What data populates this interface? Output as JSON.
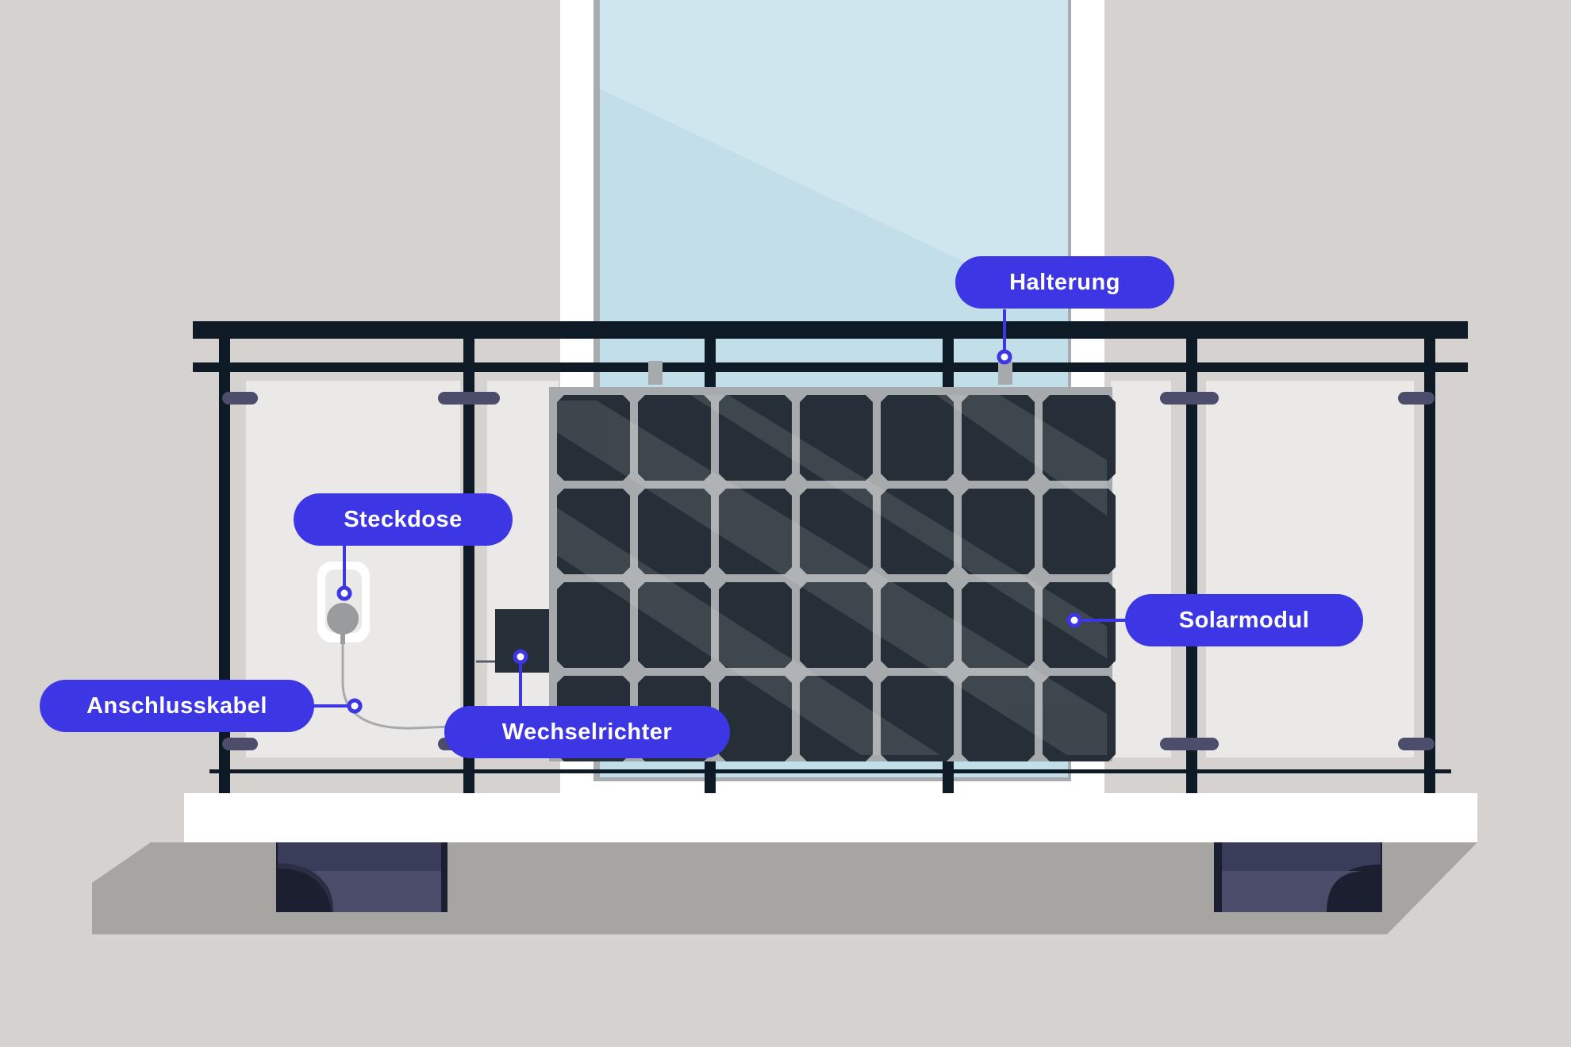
{
  "colors": {
    "wall": "#d5d2cf",
    "window_frame": "#ffffff",
    "glass": "#cde5ee",
    "railing": "#0e1a26",
    "panel_cell": "#262f38",
    "panel_frame": "#a6aaad",
    "slab": "#ffffff",
    "shadow": "#a7a5a1",
    "bracket": "#4b4d6a",
    "label_bg": "#3d36e4",
    "leader": "#3d36e4"
  },
  "icons": [
    "socket-icon",
    "inverter-box-icon",
    "solar-panel-icon"
  ],
  "labels": {
    "halterung": "Halterung",
    "steckdose": "Steckdose",
    "solarmodul": "Solarmodul",
    "anschlusskabel": "Anschlusskabel",
    "wechselrichter": "Wechselrichter"
  }
}
